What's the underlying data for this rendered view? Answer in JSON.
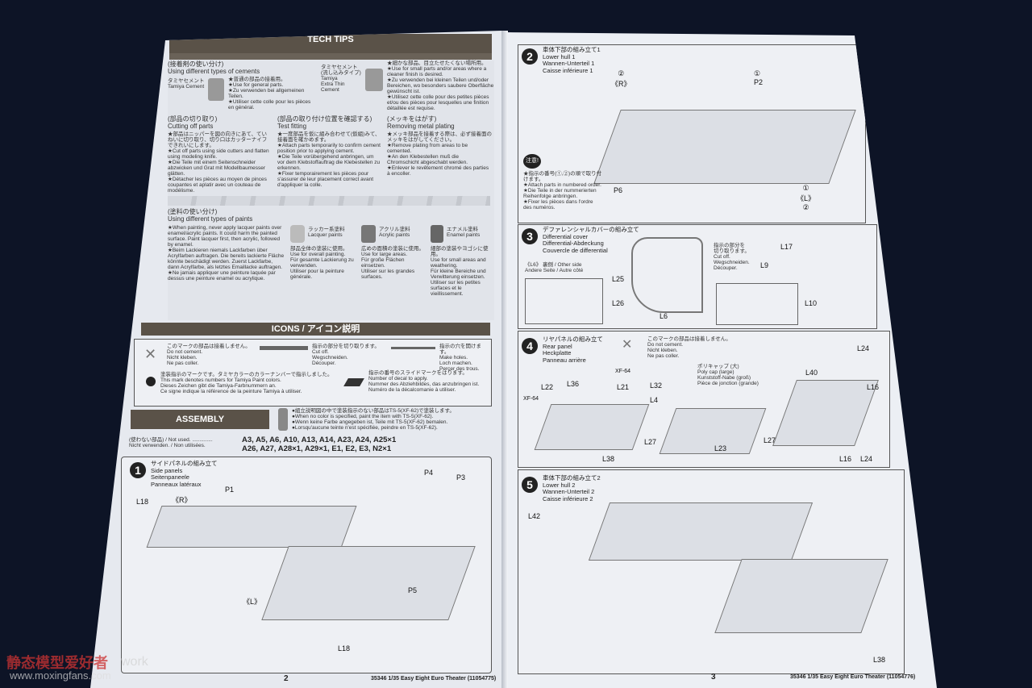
{
  "left_page": {
    "tech_tips": {
      "title": "TECH TIPS",
      "cement": {
        "heading": "(接着剤の使い分け)\nUsing different types of cements",
        "cement1": "タミヤセメント\nTamiya Cement",
        "cement1_desc": "★普通の部品の接着用。\n★Use for general parts.\n★Zu verwenden bei allgemeinen Teilen.\n★Utiliser cette colle pour les pièces en général.",
        "cement2": "タミヤセメント\n(流し込みタイプ)\nTamiya\nExtra Thin Cement",
        "cement2_desc": "★細かな部品、目立たせたくない場所用。\n★Use for small parts and/or areas where a cleaner finish is desired.\n★Zu verwenden bei kleinen Teilen und/oder Bereichen, wo besonders saubere Oberfläche gewünscht ist.\n★Utilisez cette colle pour des petites pièces et/ou des pièces pour lesquelles une finition détaillée est requise."
      },
      "cutting": {
        "heading": "(部品の切り取り)\nCutting off parts",
        "desc": "★部品はニッパーを図の向きにあて、ていねいに切り取り、切り口はカッターナイフできれいにします。\n★Cut off parts using side cutters and flatten using modeling knife.\n★Die Teile mit einem Seitenschneider abzwicken und Grat mit Modellbaumesser glätten.\n★Détacher les pièces au moyen de pinces coupantes et aplatir avec un couteau de modélisme."
      },
      "test": {
        "heading": "(部品の取り付け位置を確認する)\nTest fitting",
        "desc": "★一度部品を仮に組み合わせて(仮組)みて、接着面を確かめます。\n★Attach parts temporarily to confirm cement position prior to applying cement.\n★Die Teile vorübergehend anbringen, um vor dem Klebstoffauftrag die Klebestellen zu erkennen.\n★Fixer temporairement les pièces pour s'assurer de leur placement correct avant d'appliquer la colle."
      },
      "plating": {
        "heading": "(メッキをはがす)\nRemoving metal plating",
        "desc": "★メッキ部品を接着する際は、必ず接着面のメッキをはがしてください。\n★Remove plating from areas to be cemented.\n★An den Klebestellen muß die Chromschicht abgeschabt werden.\n★Enlever le revêtement chromé des parties à encoller."
      },
      "paints": {
        "heading": "(塗料の使い分け)\nUsing different types of paints",
        "desc": "★When painting, never apply lacquer paints over enamel/acrylic paints. It could harm the painted surface. Paint lacquer first, then acrylic, followed by enamel.\n★Beim Lackieren niemals Lackfarben über Acrylfarben auftragen. Die bereits lackierte Fläche könnte beschädigt werden. Zuerst Lackfarbe, dann Acrylfarbe, als letztes Emaillacke auftragen.\n★Ne jamais appliquer une peinture laquée par dessus une peinture enamel ou acrylique.",
        "lacquer": "ラッカー系塗料\nLacquer paints",
        "lacquer_desc": "部品全体の塗装に使用。\nUse for overall painting.\nFür gesamte Lackierung zu verwenden.\nUtiliser pour la peinture générale.",
        "acrylic": "アクリル塗料\nAcrylic paints",
        "acrylic_desc": "広めの面積の塗装に使用。\nUse for large areas.\nFür große Flächen einsetzen.\nUtiliser sur les grandes surfaces.",
        "enamel": "エナメル塗料\nEnamel paints",
        "enamel_desc": "細部の塗装やヨゴシに使用。\nUse for small areas and weathering.\nFür kleine Bereiche und Verwitterung einsetzen.\nUtiliser sur les petites surfaces et le vieillissement."
      }
    },
    "icons": {
      "title": "ICONS / アイコン説明",
      "no_cement": "このマークの部品は接着しません。\nDo not cement.\nNicht kleben.\nNe pas coller.",
      "cut_off": "指示の部分を切り取ります。\nCut off.\nWegschneiden.\nDécouper.",
      "make_holes": "指示の穴を開けます。\nMake holes.\nLoch machen.\nPercer des trous.",
      "paint_mark": "塗装指示のマークです。タミヤカラーのカラーナンバーで指示しました。\nThis mark denotes numbers for Tamiya Paint colors.\nDieses Zeichen gibt die Tamiya-Farbnummern an.\nCe signe indique la référence de la peinture Tamiya à utiliser.",
      "decal": "指示の番号のスライドマークをはります。\nNumber of decal to apply.\nNummer des Abziehbildes, das anzubringen ist.\nNuméro de la décalcomanie à utiliser."
    },
    "assembly": {
      "title": "ASSEMBLY",
      "paint_note": "●組立説明図の中で塗装指示のない部品はTS-5(XF-62)で塗装します。\n●When no color is specified, paint the item with TS-5(XF-62).\n●Wenn keine Farbe angegeben ist, Teile mit TS-5(XF-62) bemalen.\n●Lorsqu'aucune teinte n'est spécifiée, peindre en TS-5(XF-62).",
      "not_used_label": "(使わない部品) / Not used. ..............\nNicht verwenden. / Non utilisées.",
      "not_used_parts": "A3, A5, A6, A10, A13, A14, A23, A24, A25×1\nA26, A27, A28×1, A29×1, E1, E2, E3, N2×1"
    },
    "step1": {
      "number": "1",
      "title": "サイドパネルの組み立て\nSide panels\nSeitenpaneele\nPanneaux latéraux",
      "labels": [
        "L18",
        "《R》",
        "P1",
        "P4",
        "P3",
        "《L》",
        "P5",
        "L18"
      ]
    },
    "page_number": "2",
    "footer": "35346 1/35 Easy Eight Euro Theater (11054775)"
  },
  "right_page": {
    "step2": {
      "number": "2",
      "title": "車体下部の組み立て1\nLower hull 1\nWannen-Unterteil 1\nCaisse inférieure 1",
      "labels": [
        "②\n《R》",
        "①\nP2",
        "P6",
        "①\n《L》\n②"
      ],
      "caution_badge": "注意!",
      "caution": "★指示の番号(①,②)の順で取り付けます。\n★Attach parts in numbered order.\n★Die Teile in der nummerierten Reihenfolge anbringen.\n★Fixer les pièces dans l'ordre des numéros."
    },
    "step3": {
      "number": "3",
      "title": "デファレンシャルカバーの組み立て\nDifferential cover\nDifferential-Abdeckung\nCouvercle de differential",
      "other_side": "《L6》 裏側 / Other side\nAndere Seite / Autre côté",
      "cut": "指示の部分を\n切り取ります。\nCut off.\nWegschneiden.\nDécouper.",
      "labels": [
        "L25",
        "L26",
        "L6",
        "L17",
        "L9",
        "L10"
      ]
    },
    "step4": {
      "number": "4",
      "title": "リヤパネルの組み立て\nRear panel\nHeckplatte\nPanneau arrière",
      "no_cement": "このマークの部品は接着しません。\nDo not cement.\nNicht kleben.\nNe pas coller.",
      "polycap": "ポリキャップ (大)\nPoly cap (large)\nKunststoff-Nabe (groß)\nPièce de jonction (grande)",
      "labels": [
        "L22",
        "XF-64",
        "L36",
        "XF-64",
        "L21",
        "L32",
        "L4",
        "L38",
        "L27",
        "L23",
        "L27",
        "L24",
        "L40",
        "L16",
        "L16",
        "L24"
      ]
    },
    "step5": {
      "number": "5",
      "title": "車体下部の組み立て2\nLower hull 2\nWannen-Unterteil 2\nCaisse inférieure 2",
      "labels": [
        "L42",
        "L38"
      ]
    },
    "page_number": "3",
    "footer": "35346 1/35 Easy Eight Euro Theater (11054776)"
  },
  "watermark": {
    "text": "静态模型爱好者",
    "url": "www.moxingfans.com",
    "network": "work"
  }
}
